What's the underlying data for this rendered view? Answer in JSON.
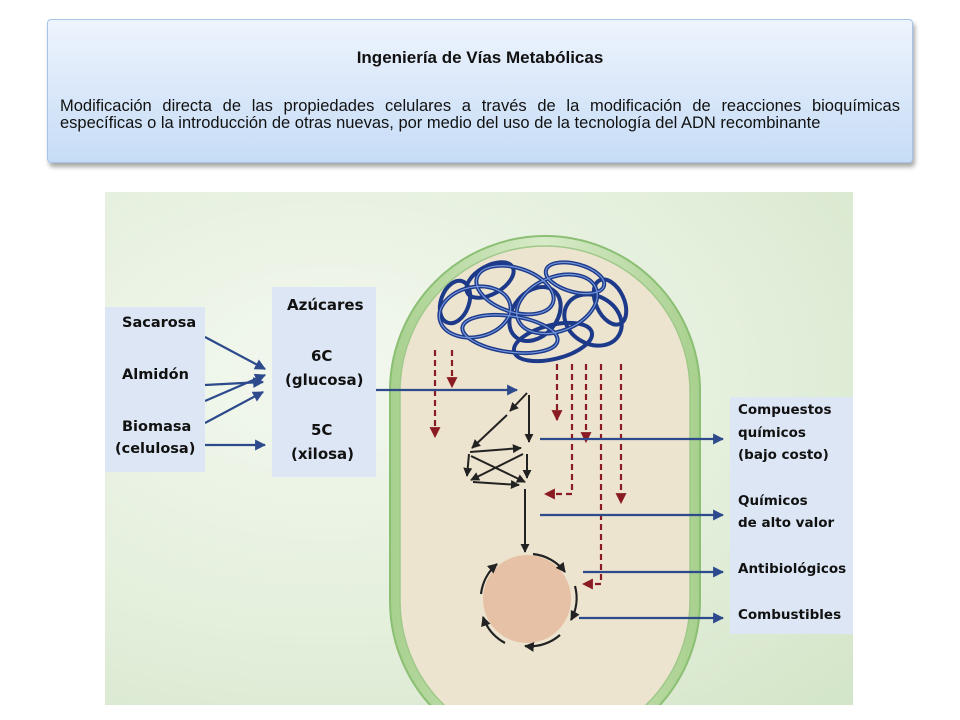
{
  "header": {
    "title": "Ingeniería de Vías Metabólicas",
    "description": "Modificación directa de las propiedades celulares a través de la modificación de reacciones bioquímicas específicas o la introducción de otras nuevas, por medio del uso de la tecnología del ADN recombinante"
  },
  "diagram": {
    "sources": [
      "Sacarosa",
      "Almidón",
      "Biomasa",
      "(celulosa)"
    ],
    "sugars": {
      "title": "Azúcares",
      "six_c": "6C",
      "glucose": "(glucosa)",
      "five_c": "5C",
      "xylose": "(xilosa)"
    },
    "products": [
      "Compuestos",
      "químicos",
      "(bajo costo)",
      "Químicos",
      "de alto valor",
      "Antibiológicos",
      "Combustibles"
    ],
    "colors": {
      "input_arrow": "#2c4a8c",
      "regulation_arrow": "#8b1b22",
      "pathway_arrow": "#222222",
      "dna_coil": "#2b4a9e",
      "cell_fill": "#ece4cf",
      "cell_wall": "#92c47c",
      "cycle_fill": "#e7c1a6",
      "label_panel": "#dde6f4"
    }
  }
}
